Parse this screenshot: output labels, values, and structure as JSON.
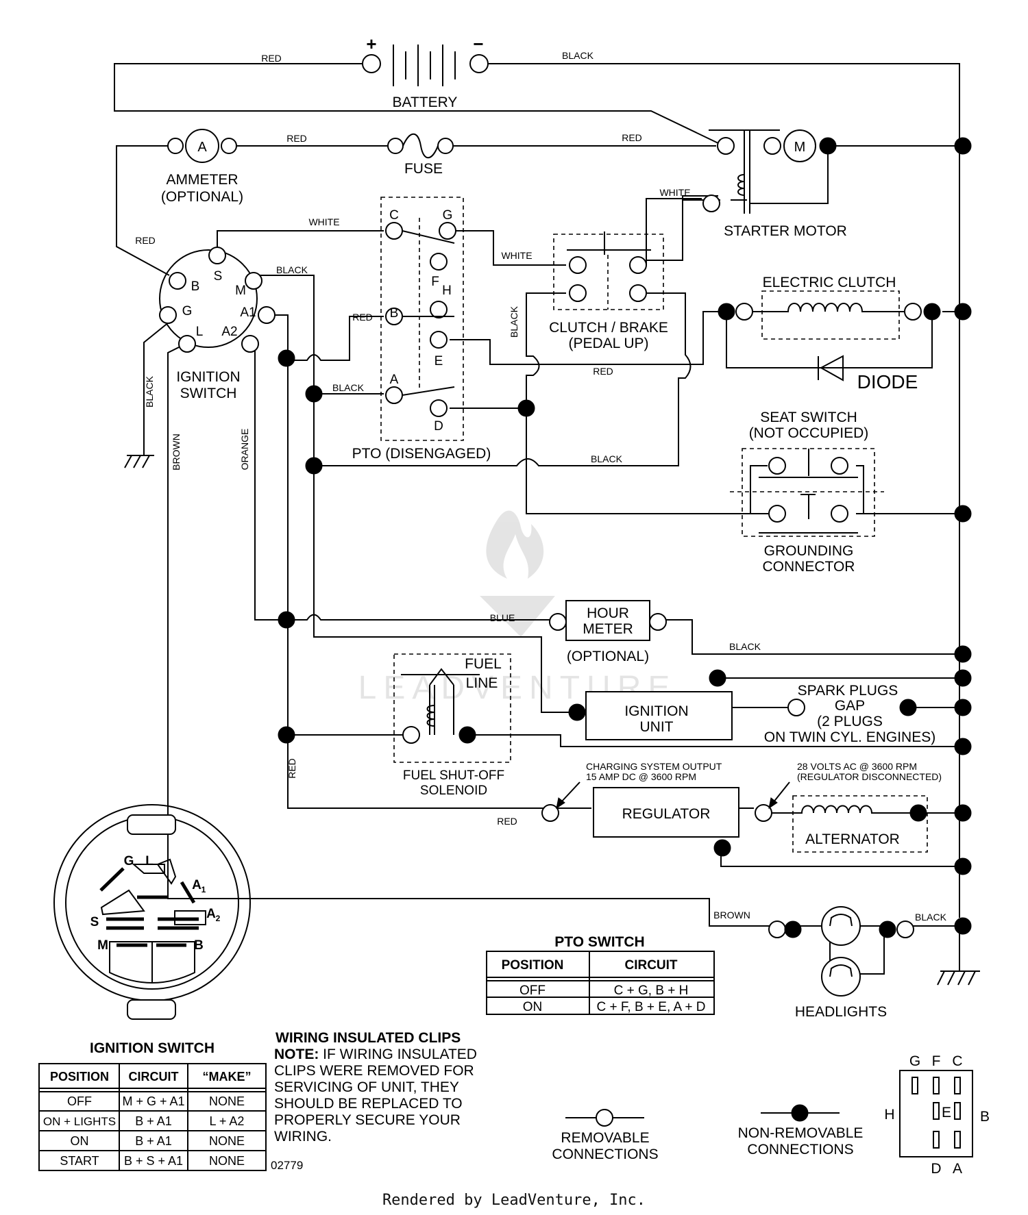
{
  "components": {
    "battery": "BATTERY",
    "battery_plus": "+",
    "battery_minus": "−",
    "ammeter": "AMMETER",
    "ammeter_optional": "(OPTIONAL)",
    "ammeter_symbol": "A",
    "fuse": "FUSE",
    "starter_motor": "STARTER MOTOR",
    "motor_symbol": "M",
    "electric_clutch": "ELECTRIC CLUTCH",
    "diode": "DIODE",
    "clutch_brake": "CLUTCH / BRAKE",
    "pedal_up": "(PEDAL UP)",
    "ignition_switch_1": "IGNITION",
    "ignition_switch_2": "SWITCH",
    "pto": "PTO (DISENGAGED)",
    "seat_switch": "SEAT SWITCH",
    "not_occupied": "(NOT OCCUPIED)",
    "grounding_1": "GROUNDING",
    "grounding_2": "CONNECTOR",
    "hour_meter_1": "HOUR",
    "hour_meter_2": "METER",
    "hour_optional": "(OPTIONAL)",
    "fuel_line_1": "FUEL",
    "fuel_line_2": "LINE",
    "fuel_solenoid_1": "FUEL SHUT-OFF",
    "fuel_solenoid_2": "SOLENOID",
    "ignition_unit_1": "IGNITION",
    "ignition_unit_2": "UNIT",
    "spark_1": "SPARK PLUGS",
    "spark_2": "GAP",
    "spark_3": "(2 PLUGS",
    "spark_4": "ON TWIN CYL. ENGINES)",
    "regulator": "REGULATOR",
    "alternator": "ALTERNATOR",
    "charging_1": "CHARGING SYSTEM OUTPUT",
    "charging_2": "15 AMP DC @ 3600 RPM",
    "volts_1": "28 VOLTS AC @ 3600 RPM",
    "volts_2": "(REGULATOR DISCONNECTED)",
    "headlights": "HEADLIGHTS"
  },
  "terminals": {
    "S": "S",
    "M": "M",
    "B": "B",
    "G": "G",
    "A1": "A1",
    "L": "L",
    "A2": "A2",
    "C": "C",
    "F": "F",
    "H": "H",
    "E": "E",
    "A": "A",
    "D": "D"
  },
  "wires": {
    "red": "RED",
    "black": "BLACK",
    "white": "WHITE",
    "blue": "BLUE",
    "brown": "BROWN",
    "orange": "ORANGE"
  },
  "pto_table": {
    "title": "PTO SWITCH",
    "headers": [
      "POSITION",
      "CIRCUIT"
    ],
    "rows": [
      [
        "OFF",
        "C + G, B + H"
      ],
      [
        "ON",
        "C + F, B + E, A + D"
      ]
    ]
  },
  "ignition_table": {
    "title": "IGNITION SWITCH",
    "headers": [
      "POSITION",
      "CIRCUIT",
      "“MAKE”"
    ],
    "rows": [
      [
        "OFF",
        "M + G + A1",
        "NONE"
      ],
      [
        "ON + LIGHTS",
        "B + A1",
        "L + A2"
      ],
      [
        "ON",
        "B + A1",
        "NONE"
      ],
      [
        "START",
        "B + S + A1",
        "NONE"
      ]
    ]
  },
  "note": {
    "title": "WIRING INSULATED CLIPS",
    "prefix": "NOTE:",
    "line1": " IF WIRING INSULATED",
    "line2": "CLIPS WERE REMOVED FOR",
    "line3": "SERVICING OF UNIT, THEY",
    "line4": "SHOULD BE REPLACED TO",
    "line5": "PROPERLY SECURE YOUR",
    "line6": "WIRING."
  },
  "legend": {
    "removable_1": "REMOVABLE",
    "removable_2": "CONNECTIONS",
    "nonremovable_1": "NON-REMOVABLE",
    "nonremovable_2": "CONNECTIONS"
  },
  "connector": {
    "top": [
      "G",
      "F",
      "C"
    ],
    "left": "H",
    "right": "B",
    "center": "E",
    "bottom": [
      "D",
      "A"
    ]
  },
  "switch_face": {
    "G": "G",
    "L": "L",
    "A1": "A",
    "A1_sub": "1",
    "A2": "A",
    "A2_sub": "2",
    "S": "S",
    "M": "M",
    "B": "B"
  },
  "diagram_number": "02779",
  "watermark": "LEADVENTURE",
  "footer": "Rendered by LeadVenture, Inc."
}
